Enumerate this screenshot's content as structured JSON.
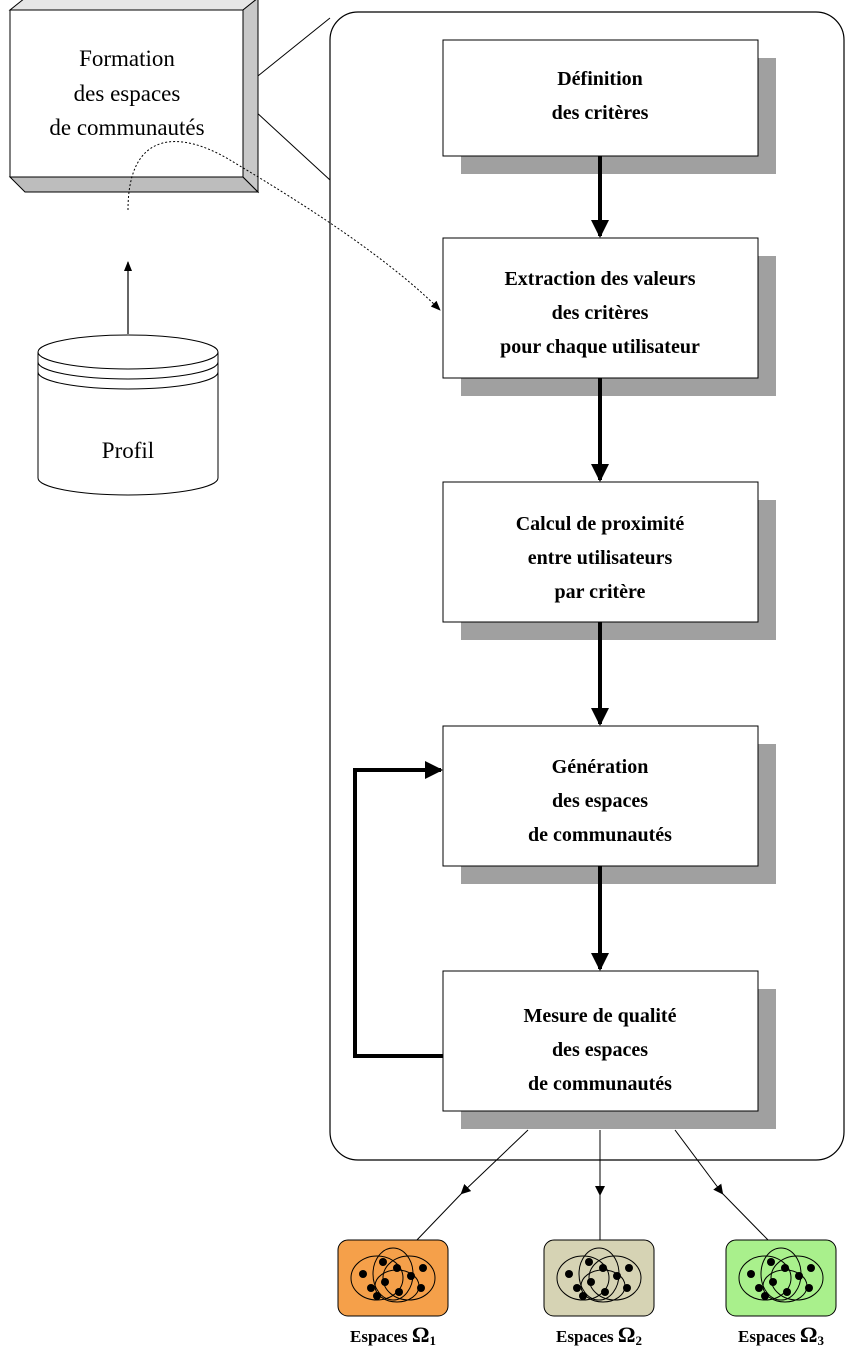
{
  "formation_box": {
    "lines": [
      "Formation",
      "des espaces",
      "de communautés"
    ]
  },
  "database": {
    "label": "Profil"
  },
  "steps": [
    {
      "lines": [
        "Définition",
        "des critères"
      ]
    },
    {
      "lines": [
        "Extraction des valeurs",
        "des critères",
        "pour chaque utilisateur"
      ]
    },
    {
      "lines": [
        "Calcul de proximité",
        "entre utilisateurs",
        "par critère"
      ]
    },
    {
      "lines": [
        "Génération",
        "des espaces",
        "de communautés"
      ]
    },
    {
      "lines": [
        "Mesure de qualité",
        "des espaces",
        "de communautés"
      ]
    }
  ],
  "outputs": [
    {
      "label": "Espaces",
      "symbol": "Ω",
      "index": "1",
      "color": "#f5a04a"
    },
    {
      "label": "Espaces",
      "symbol": "Ω",
      "index": "2",
      "color": "#d6d3b4"
    },
    {
      "label": "Espaces",
      "symbol": "Ω",
      "index": "3",
      "color": "#a9f08c"
    }
  ],
  "colors": {
    "shadow": "#a0a0a0",
    "box_fill": "#ffffff",
    "line": "#000000",
    "side_face": "#c8c8c8",
    "top_face": "#e6e6e6"
  }
}
